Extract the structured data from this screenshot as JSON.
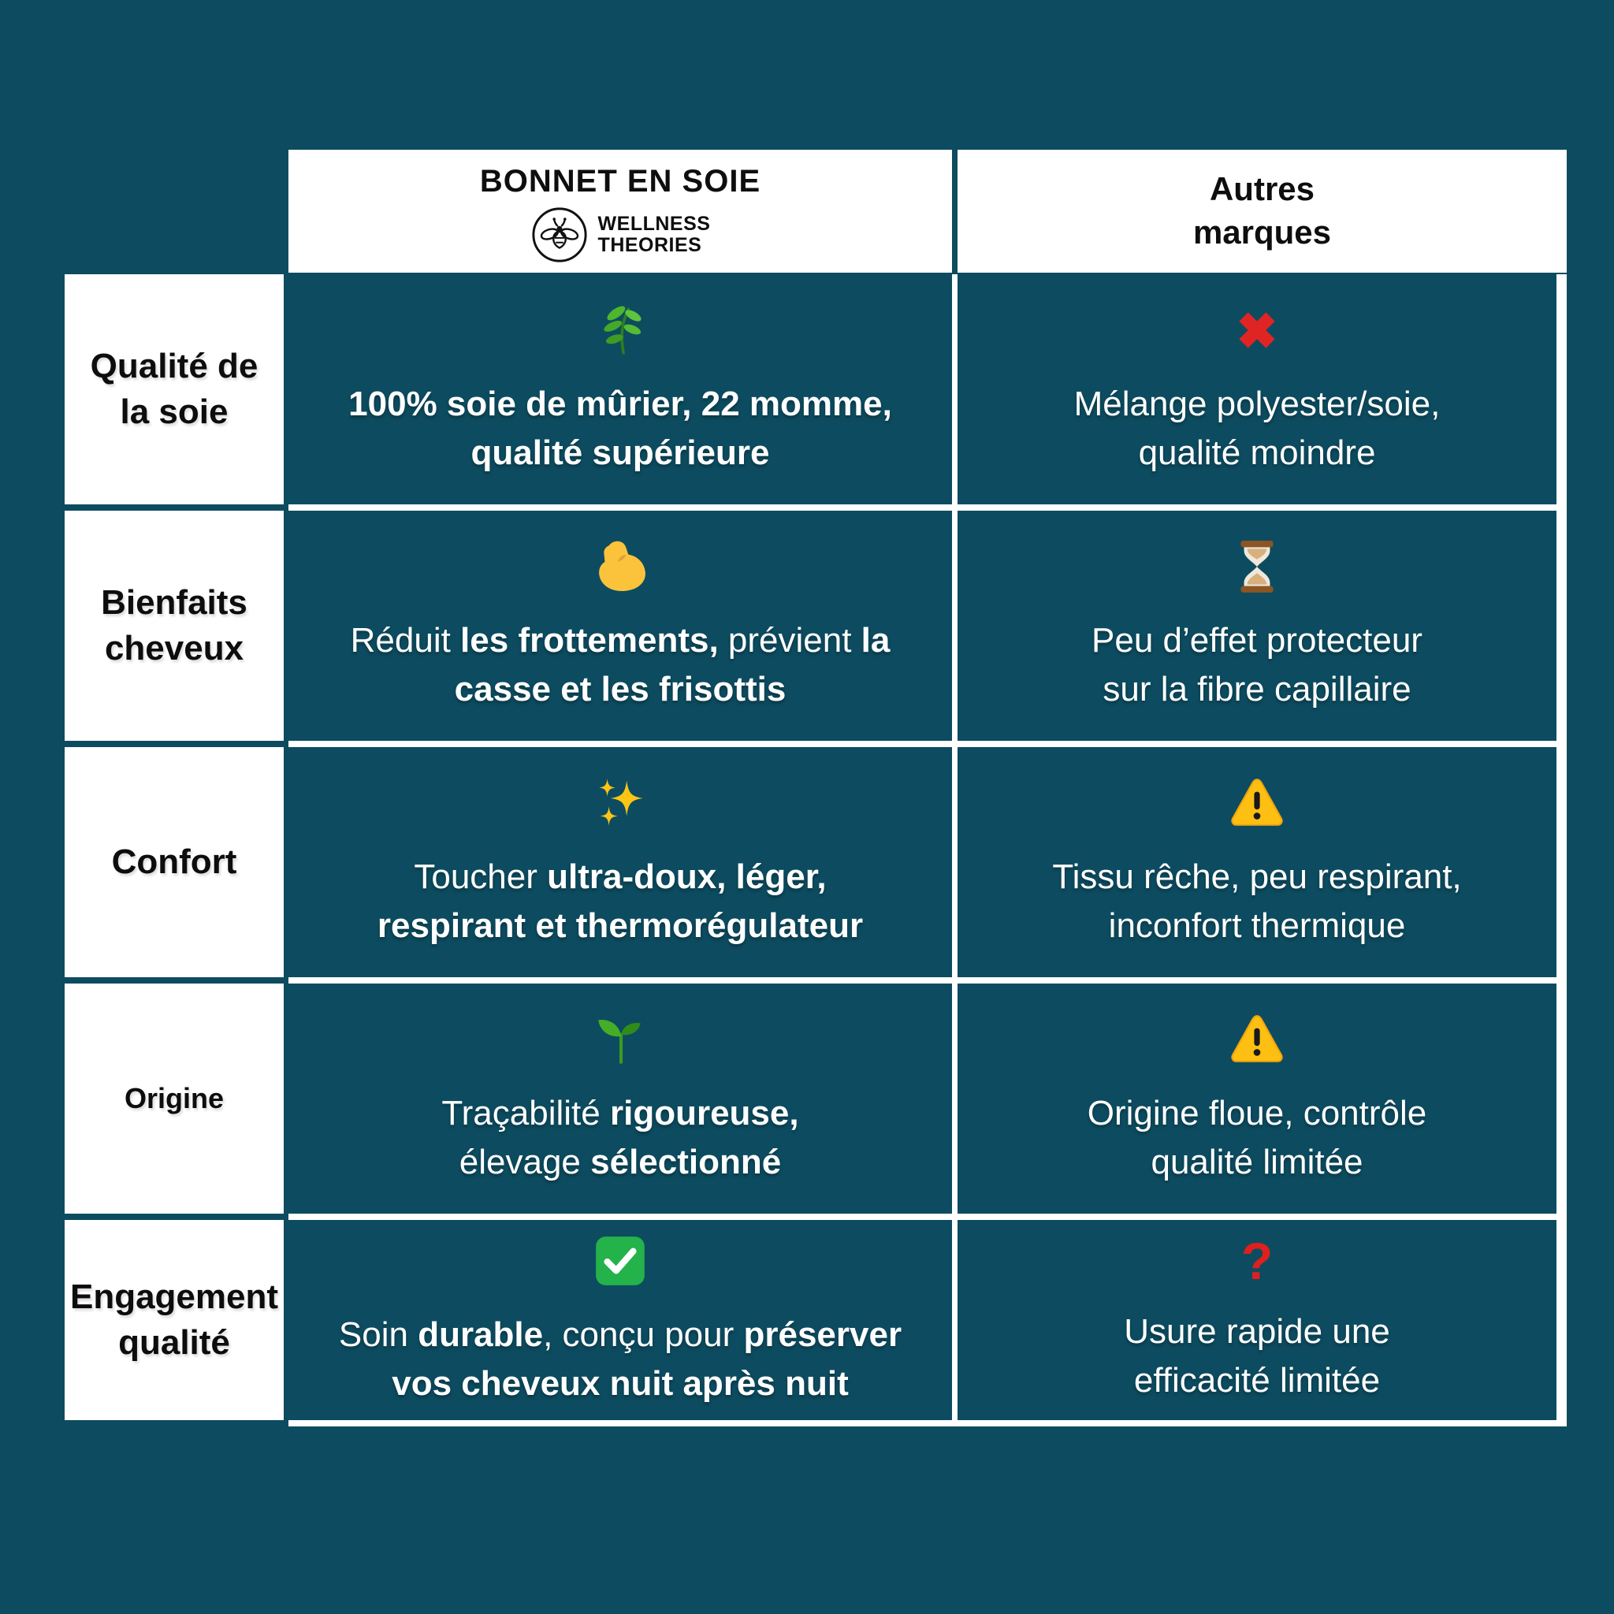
{
  "page": {
    "background_color": "#0d4c60",
    "panel_color": "#ffffff"
  },
  "header": {
    "product": {
      "title": "BONNET EN SOIE",
      "logo_icon": "bee-logo",
      "brand_line1": "WELLNESS",
      "brand_line2": "THEORIES"
    },
    "other": {
      "line1": "Autres",
      "line2": "marques"
    }
  },
  "rows": [
    {
      "label_lines": [
        "Qualité de",
        "la soie"
      ],
      "product": {
        "icon": "herb-icon",
        "segments": [
          {
            "t": "100% soie de mûrier, 22 momme,",
            "b": true
          },
          {
            "br": true
          },
          {
            "t": "qualité supérieure",
            "b": true
          }
        ]
      },
      "other": {
        "icon": "cross-mark-icon",
        "segments": [
          {
            "t": "Mélange polyester/soie,",
            "b": false
          },
          {
            "br": true
          },
          {
            "t": "qualité moindre",
            "b": false
          }
        ]
      }
    },
    {
      "label_lines": [
        "Bienfaits",
        "cheveux"
      ],
      "product": {
        "icon": "flexed-biceps-icon",
        "segments": [
          {
            "t": "Réduit ",
            "b": false
          },
          {
            "t": "les frottements,",
            "b": true
          },
          {
            "t": " prévient ",
            "b": false
          },
          {
            "t": "la",
            "b": true
          },
          {
            "br": true
          },
          {
            "t": "casse et les frisottis",
            "b": true
          }
        ]
      },
      "other": {
        "icon": "hourglass-icon",
        "segments": [
          {
            "t": "Peu d’effet protecteur",
            "b": false
          },
          {
            "br": true
          },
          {
            "t": "sur la fibre capillaire",
            "b": false
          }
        ]
      }
    },
    {
      "label_lines": [
        "Confort"
      ],
      "product": {
        "icon": "sparkles-icon",
        "segments": [
          {
            "t": "Toucher ",
            "b": false
          },
          {
            "t": "ultra-doux, léger,",
            "b": true
          },
          {
            "br": true
          },
          {
            "t": "respirant et thermorégulateur",
            "b": true
          }
        ]
      },
      "other": {
        "icon": "warning-icon",
        "segments": [
          {
            "t": "Tissu rêche, peu respirant,",
            "b": false
          },
          {
            "br": true
          },
          {
            "t": "inconfort thermique",
            "b": false
          }
        ]
      }
    },
    {
      "label_lines": [
        "Origine"
      ],
      "product": {
        "icon": "seedling-icon",
        "segments": [
          {
            "t": "Traçabilité ",
            "b": false
          },
          {
            "t": "rigoureuse,",
            "b": true
          },
          {
            "br": true
          },
          {
            "t": "élevage ",
            "b": false
          },
          {
            "t": "sélectionné",
            "b": true
          }
        ]
      },
      "other": {
        "icon": "warning-icon",
        "segments": [
          {
            "t": "Origine floue, contrôle",
            "b": false
          },
          {
            "br": true
          },
          {
            "t": "qualité limitée",
            "b": false
          }
        ]
      }
    },
    {
      "label_lines": [
        "Engagement",
        "qualité"
      ],
      "product": {
        "icon": "check-button-icon",
        "segments": [
          {
            "t": "Soin ",
            "b": false
          },
          {
            "t": "durable",
            "b": true
          },
          {
            "t": ", conçu pour ",
            "b": false
          },
          {
            "t": "préserver",
            "b": true
          },
          {
            "br": true
          },
          {
            "t": "vos cheveux nuit après nuit",
            "b": true
          }
        ]
      },
      "other": {
        "icon": "question-mark-icon",
        "segments": [
          {
            "t": "Usure rapide une",
            "b": false
          },
          {
            "br": true
          },
          {
            "t": "efficacité limitée",
            "b": false
          }
        ]
      }
    }
  ],
  "colors": {
    "teal_background": "#0d4c60",
    "white_panel": "#ffffff",
    "text_on_teal": "#ffffff",
    "text_on_white": "#0e0e0e",
    "danger_red": "#e02424",
    "warning_yellow": "#fcbf12",
    "check_green": "#24b24b",
    "leaf_green": "#46ad27",
    "biceps_yellow": "#fbc33c",
    "hourglass_brown": "#8d5524"
  }
}
